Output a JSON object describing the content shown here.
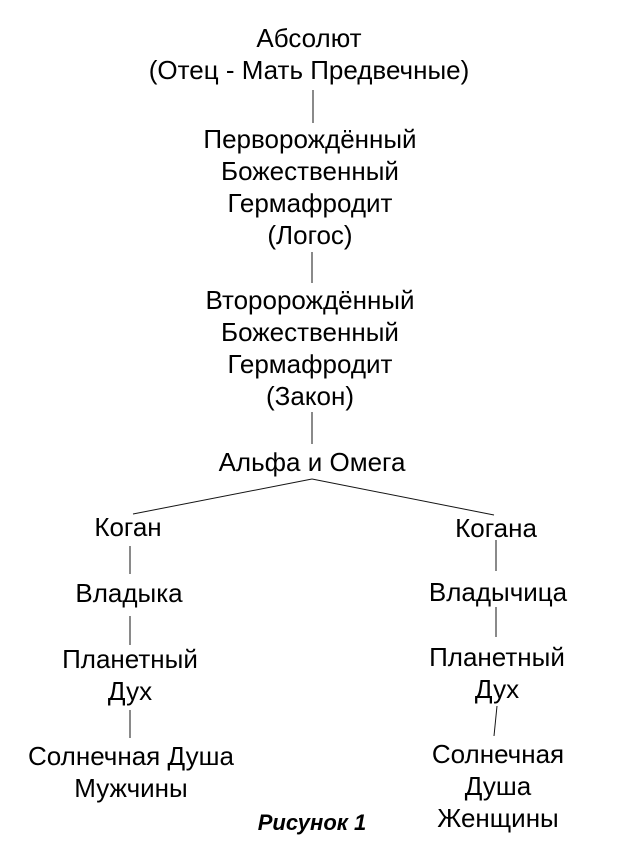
{
  "page": {
    "background_color": "#ffffff",
    "text_color": "#000000"
  },
  "diagram": {
    "caption": "Рисунок 1",
    "root": {
      "label": "Абсолют\n(Отец - Мать Предвечные)"
    },
    "firstborn": {
      "label": "Перворождённый\nБожественный\nГермафродит\n(Логос)"
    },
    "secondborn": {
      "label": "Второрождённый\nБожественный\nГермафродит\n(Закон)"
    },
    "alpha_omega": {
      "label": "Альфа и Омега"
    },
    "left_branch": {
      "kogan": {
        "label": "Коган"
      },
      "vladyka": {
        "label": "Владыка"
      },
      "planetary_spirit": {
        "label": "Планетный\nДух"
      },
      "solar_soul": {
        "label": "Солнечная Душа\nМужчины"
      }
    },
    "right_branch": {
      "kogana": {
        "label": "Когана"
      },
      "vladychitsa": {
        "label": "Владычица"
      },
      "planetary_spirit": {
        "label": "Планетный\nДух"
      },
      "solar_soul": {
        "label": "Солнечная Душа\nЖенщины"
      }
    }
  }
}
